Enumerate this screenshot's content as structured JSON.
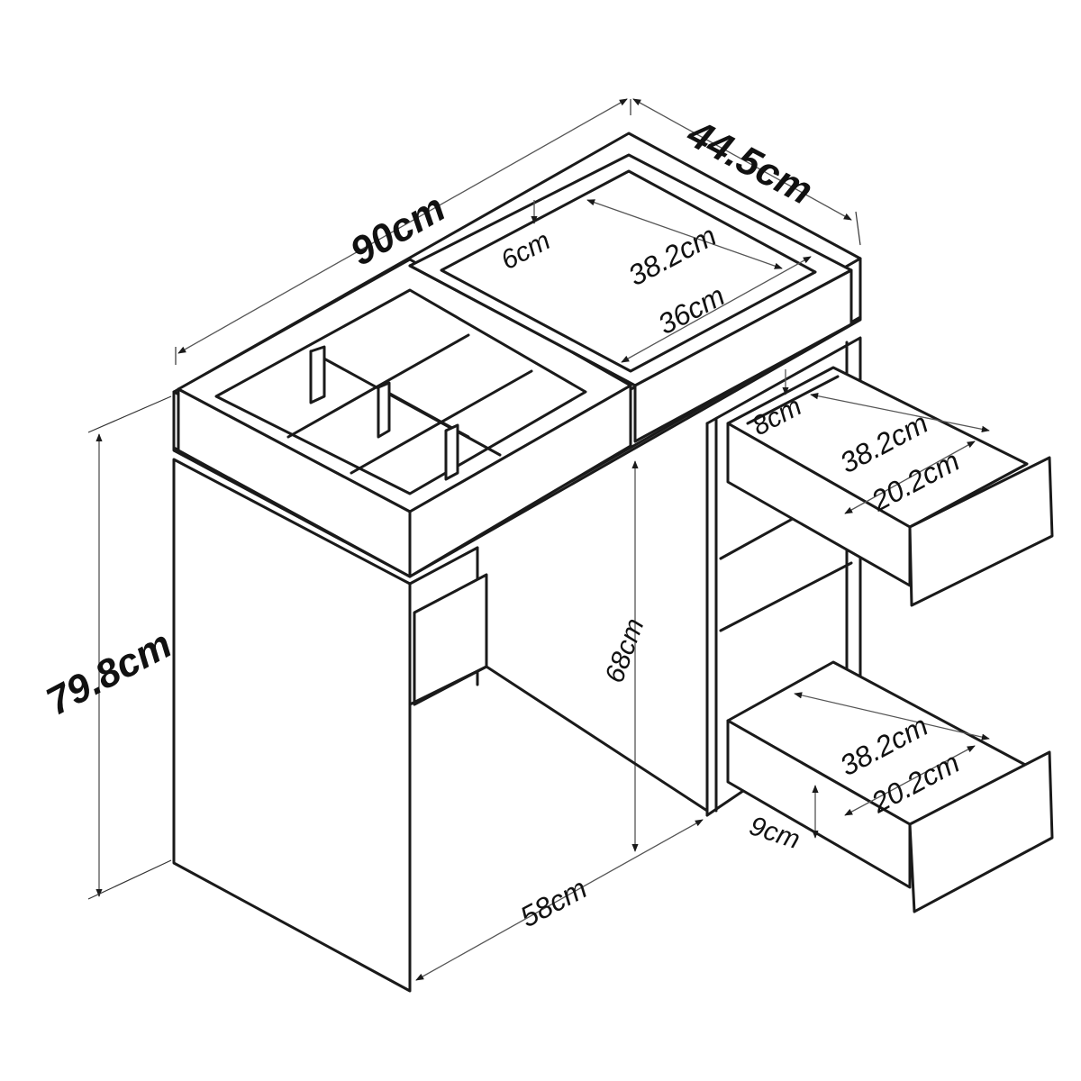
{
  "diagram": {
    "subject": "dressing-table-dimensions",
    "dimensions": {
      "width": "90cm",
      "depth": "44.5cm",
      "height": "79.8cm",
      "top_tray_depth": "6cm",
      "top_tray_length": "38.2cm",
      "top_tray_width": "36cm",
      "drawer_top_depth": "8cm",
      "drawer_top_length": "38.2cm",
      "drawer_top_width": "20.2cm",
      "knee_height": "68cm",
      "knee_width": "58cm",
      "drawer_bottom_length": "38.2cm",
      "drawer_bottom_width": "20.2cm",
      "drawer_bottom_depth": "9cm"
    }
  }
}
